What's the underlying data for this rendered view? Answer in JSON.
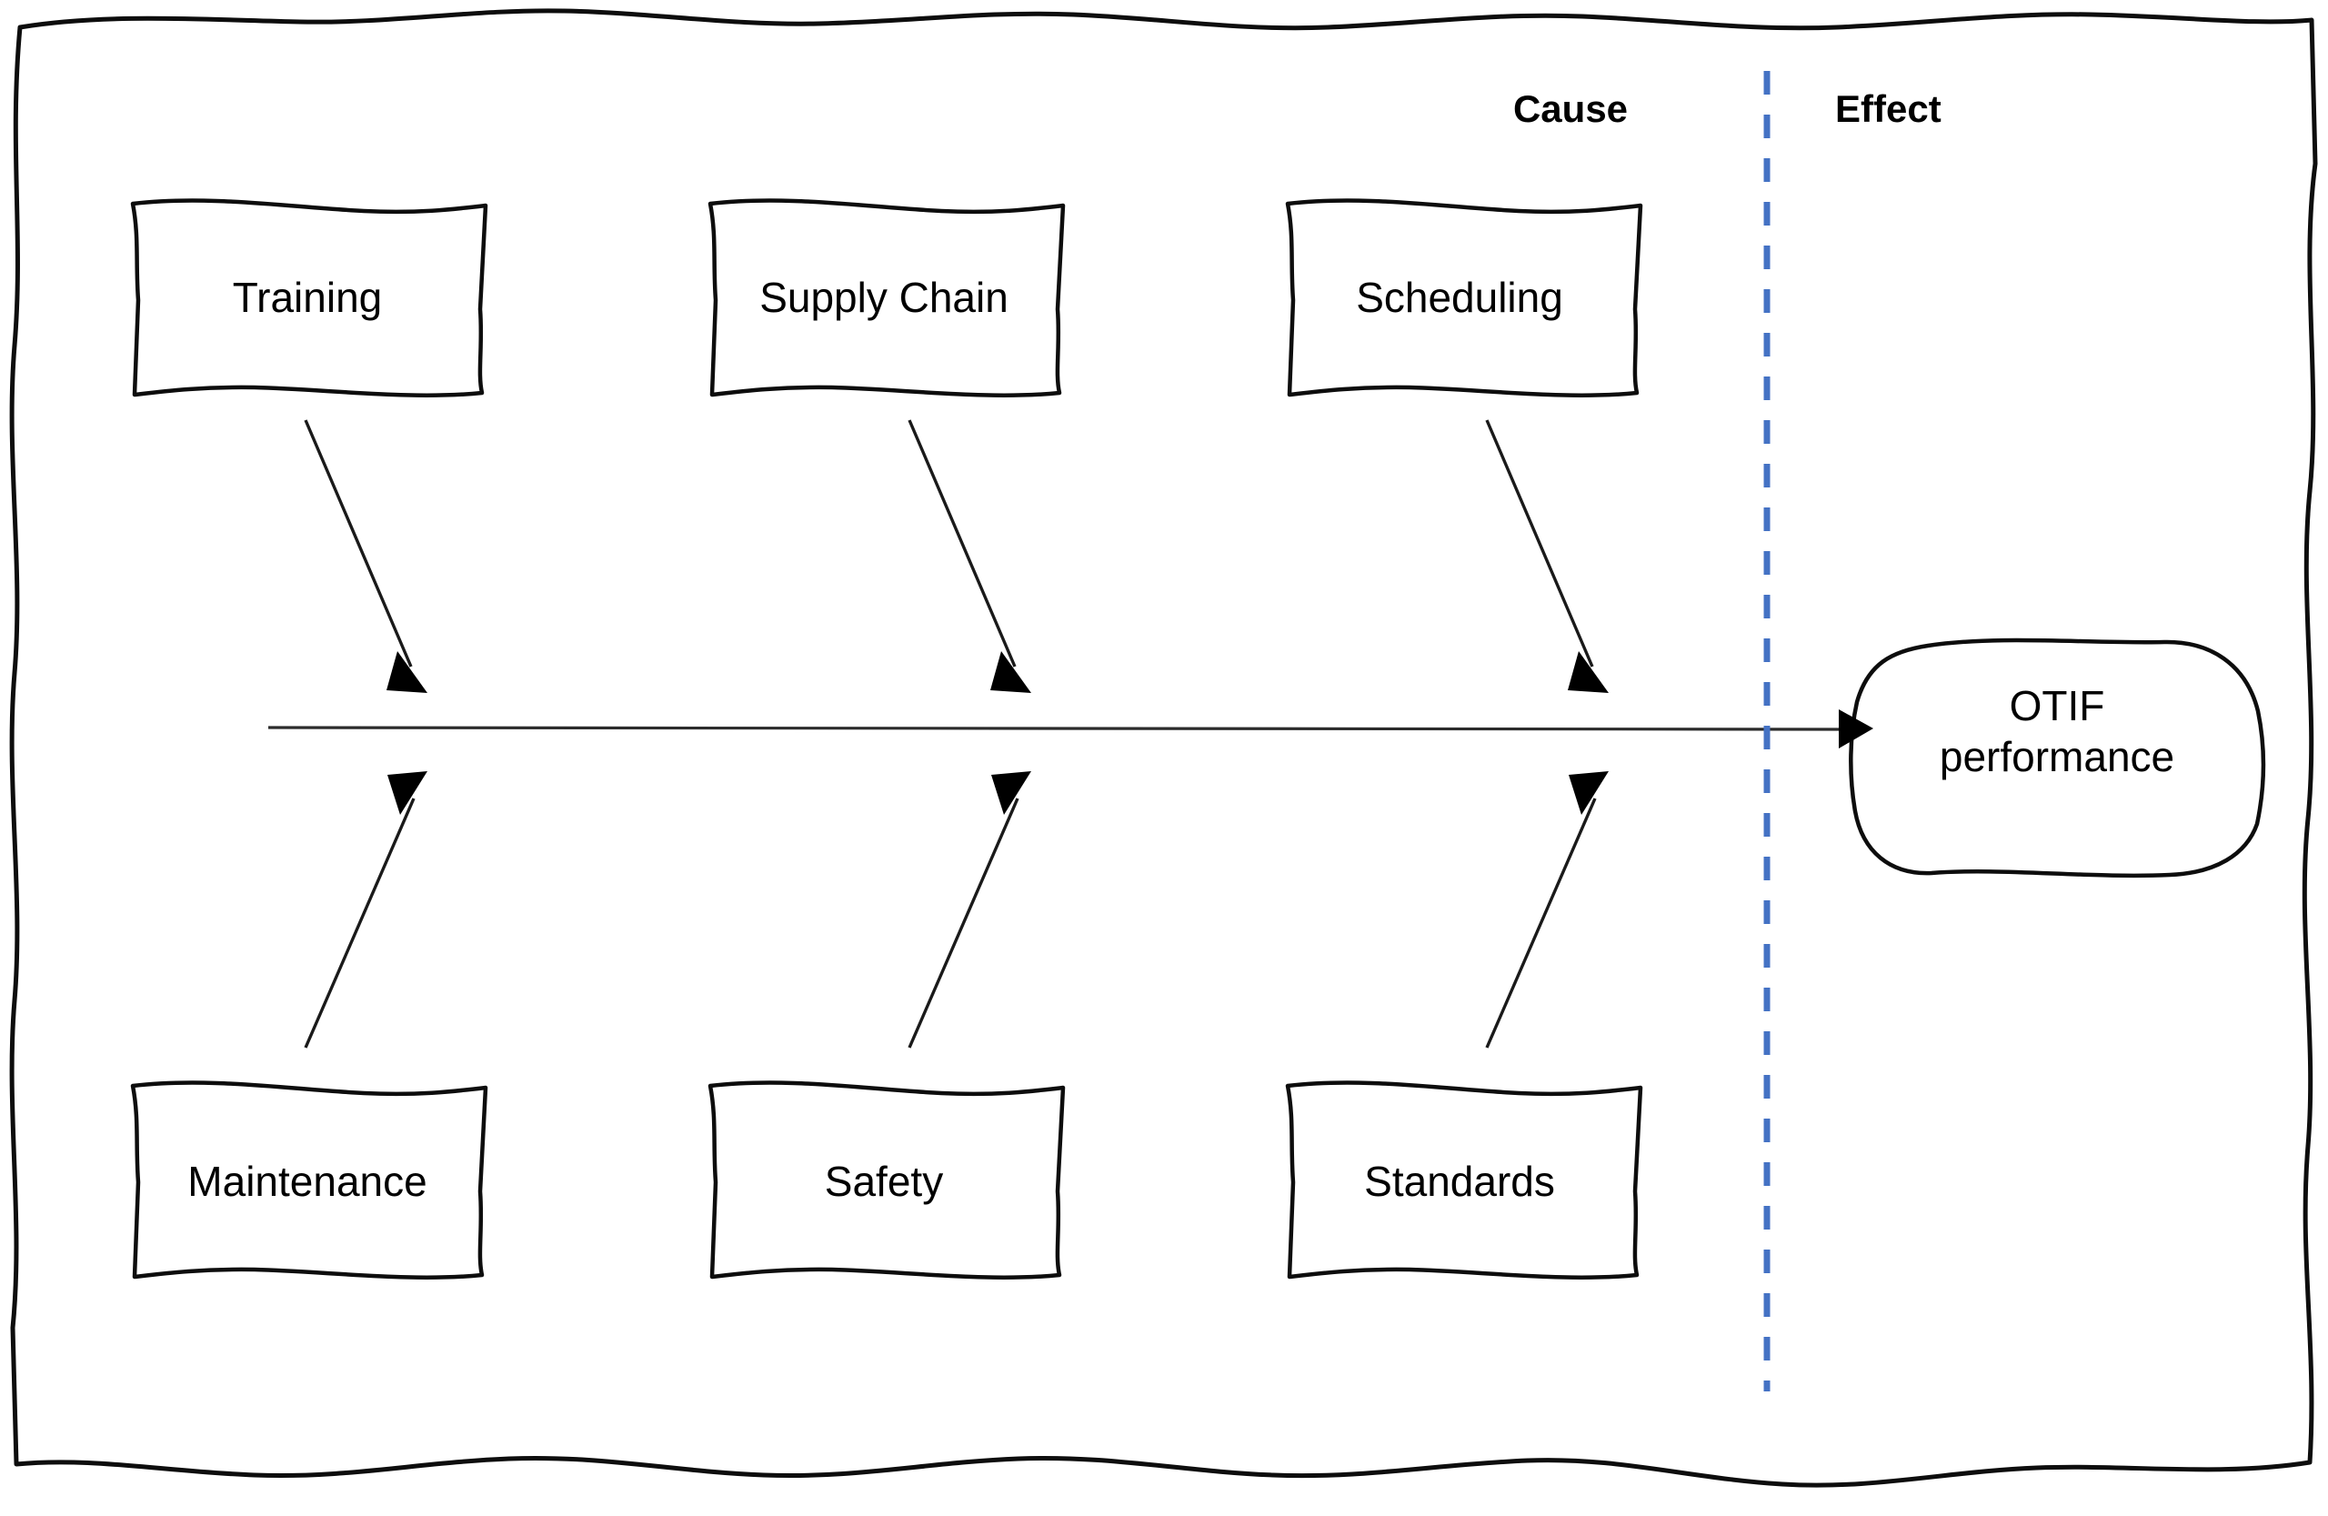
{
  "diagram": {
    "type": "fishbone-cause-and-effect",
    "sections": {
      "cause_label": "Cause",
      "effect_label": "Effect"
    },
    "effect_node": {
      "label": "OTIF\nperformance",
      "shape": "rounded-rectangle"
    },
    "cause_nodes_top": [
      {
        "label": "Training"
      },
      {
        "label": "Supply Chain"
      },
      {
        "label": "Scheduling"
      }
    ],
    "cause_nodes_bottom": [
      {
        "label": "Maintenance"
      },
      {
        "label": "Safety"
      },
      {
        "label": "Standards"
      }
    ],
    "colors": {
      "stroke": "#0d0d0d",
      "divider": "#4472c4",
      "background": "#ffffff",
      "text": "#000000"
    }
  }
}
